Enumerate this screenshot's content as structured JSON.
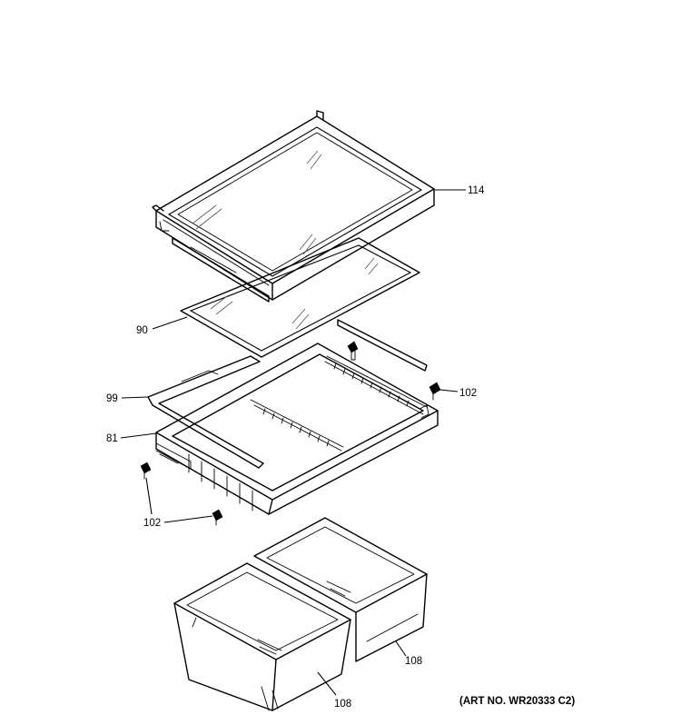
{
  "diagram": {
    "callouts": {
      "shelf_frame": "114",
      "glass_panel": "90",
      "gasket": "99",
      "cover_frame": "81",
      "clip_right": "102",
      "clip_left": "102",
      "drawer_rear": "108",
      "drawer_front": "108"
    },
    "art_number": "(ART NO. WR20333 C2)"
  }
}
